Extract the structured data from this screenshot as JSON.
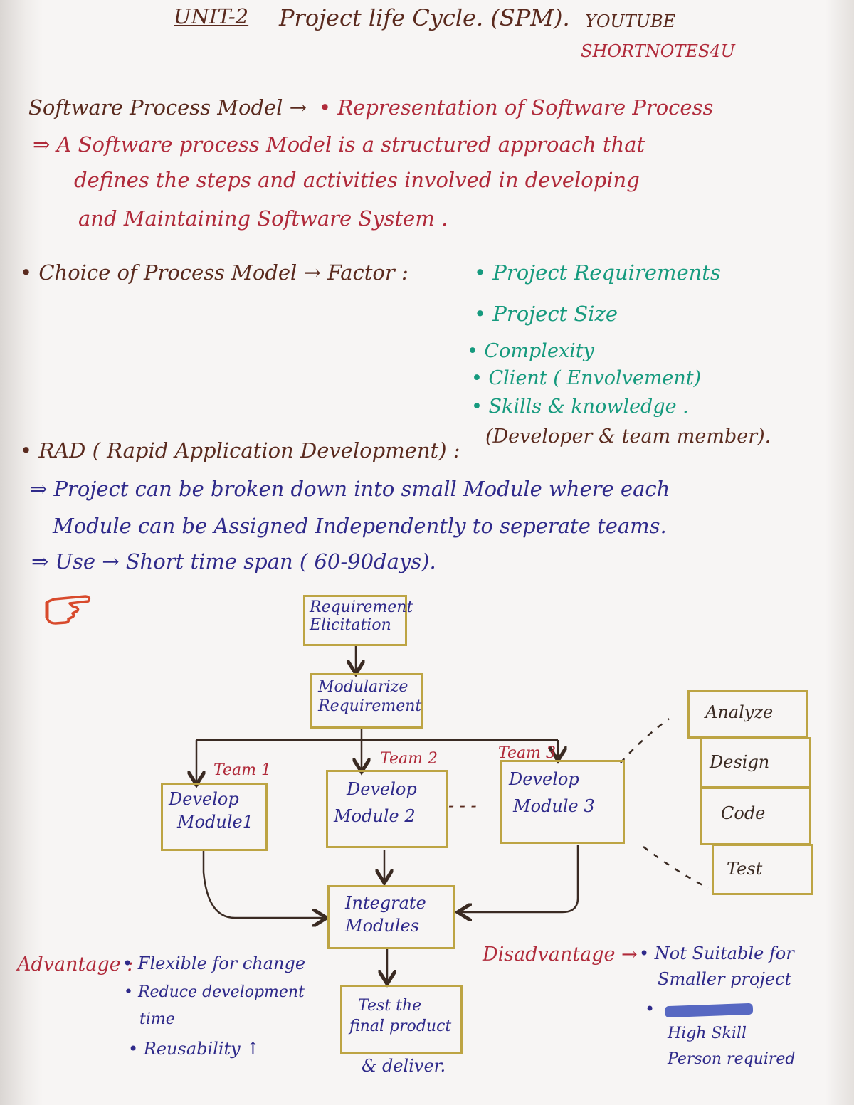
{
  "header": {
    "unit": "UNIT-2",
    "title": "Project life Cycle. (SPM).",
    "channel_line1": "YOUTUBE",
    "channel_line2": "SHORTNOTES4U"
  },
  "spm": {
    "heading": "Software Process Model →",
    "definition_short": "• Representation of Software Process",
    "definition_lines": [
      "⇒ A Software process Model is a structured approach that",
      "defines the steps and activities involved in developing",
      "and Maintaining Software System ."
    ]
  },
  "choice": {
    "heading": "• Choice of Process Model → Factor :",
    "factors": [
      "• Project Requirements",
      "• Project Size",
      "• Complexity",
      "• Client ( Envolvement)",
      "• Skills & knowledge .",
      "(Developer & team member)."
    ]
  },
  "rad": {
    "heading": "• RAD ( Rapid Application Development) :",
    "lines": [
      "⇒ Project can be broken down into small Module where each",
      "Module can be Assigned Independently to seperate teams.",
      "⇒ Use → Short time span ( 60-90days)."
    ]
  },
  "diagram": {
    "req_elicitation": [
      "Requirement",
      "Elicitation"
    ],
    "modularize": [
      "Modularize",
      "Requirement"
    ],
    "teams": [
      "Team 1",
      "Team 2",
      "Team 3"
    ],
    "modules": [
      [
        "Develop",
        "Module1"
      ],
      [
        "Develop",
        "Module 2"
      ],
      [
        "Develop",
        "Module 3"
      ]
    ],
    "ellipsis": "- - -",
    "integrate": [
      "Integrate",
      "Modules"
    ],
    "test": [
      "Test the",
      "final product"
    ],
    "deliver": "& deliver.",
    "phases": [
      "Analyze",
      "Design",
      "Code",
      "Test"
    ]
  },
  "advantage": {
    "label": "Advantage :",
    "items": [
      "• Flexible for change",
      "• Reduce development",
      "time",
      "• Reusability ↑"
    ]
  },
  "disadvantage": {
    "label": "Disadvantage →",
    "items": [
      "• Not Suitable for",
      "Smaller project",
      "•",
      "High Skill",
      "Person required"
    ]
  }
}
